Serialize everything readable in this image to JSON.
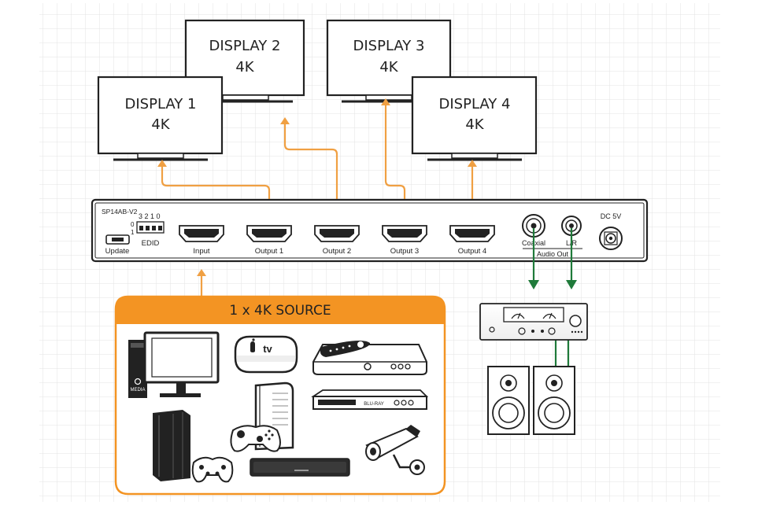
{
  "displays": [
    {
      "name": "DISPLAY 1",
      "res": "4K"
    },
    {
      "name": "DISPLAY 2",
      "res": "4K"
    },
    {
      "name": "DISPLAY 3",
      "res": "4K"
    },
    {
      "name": "DISPLAY 4",
      "res": "4K"
    }
  ],
  "splitter": {
    "model": "SP14AB-V2",
    "edid_bits": "3 2 1 0",
    "edid_row0": "0",
    "edid_row1": "1",
    "edid_label": "EDID",
    "update_label": "Update",
    "input_label": "Input",
    "outputs": [
      "Output 1",
      "Output 2",
      "Output 3",
      "Output 4"
    ],
    "coaxial_label": "Coaxial",
    "lr_label": "L/R",
    "audio_out_label": "Audio Out",
    "dc_label": "DC 5V"
  },
  "source": {
    "title": "1 x 4K SOURCE",
    "devices": [
      "desktop-pc",
      "apple-tv",
      "cable-box",
      "console-vertical",
      "blu-ray-player",
      "game-console",
      "soundbar",
      "security-camera"
    ],
    "appletv_text": "tv",
    "pc_media_text": "MEDIA",
    "bluray_text": "BLU-RAY"
  },
  "audio": {
    "devices": [
      "amplifier",
      "speaker-left",
      "speaker-right"
    ]
  },
  "colors": {
    "video_line": "#f0a043",
    "audio_line": "#1f7a3a",
    "source_border": "#f39423",
    "source_header": "#f39423",
    "grid": "#e3e3e3",
    "device": "#222222"
  }
}
